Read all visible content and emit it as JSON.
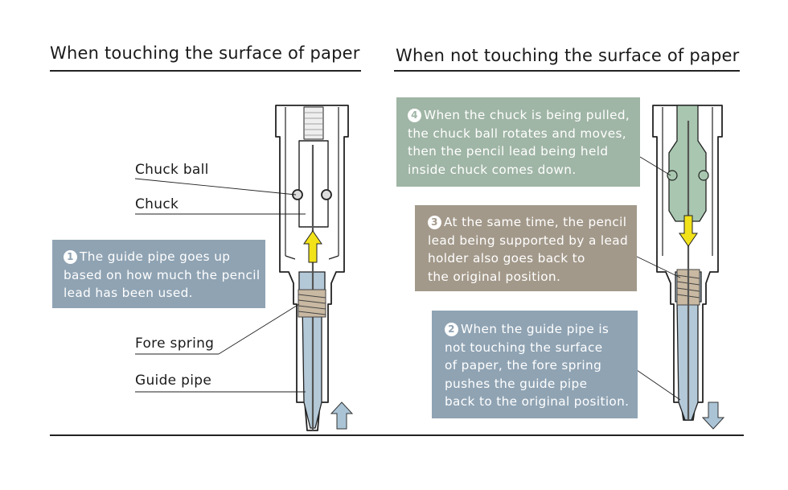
{
  "headings": {
    "left": "When touching the surface of paper",
    "right": "When not touching the surface of paper"
  },
  "left_labels": {
    "chuck_ball": "Chuck ball",
    "chuck": "Chuck",
    "fore_spring": "Fore spring",
    "guide_pipe": "Guide pipe"
  },
  "callouts": [
    {
      "number": "1",
      "lines": [
        "The guide pipe goes up",
        "based on how much the pencil",
        "lead has been used."
      ],
      "color": "#8fa3b3"
    },
    {
      "number": "2",
      "lines": [
        "When the guide pipe is",
        "not touching the surface",
        "of paper, the fore spring",
        "pushes the guide pipe",
        "back to the original position."
      ],
      "color": "#8fa3b3"
    },
    {
      "number": "3",
      "lines": [
        "At the same time, the pencil",
        "lead being supported by a lead",
        "holder also goes back to",
        "the original position."
      ],
      "color": "#a3998a"
    },
    {
      "number": "4",
      "lines": [
        "When the chuck is being pulled,",
        "the chuck ball rotates and moves,",
        "then the pencil lead being held",
        "inside chuck comes down."
      ],
      "color": "#9fb5a5"
    }
  ],
  "colors": {
    "arrow_yellow": "#f2e21a",
    "arrow_blue": "#aac4d6",
    "guide_pipe_blue": "#b4c9d8",
    "chuck_green": "#a9c7b0",
    "lead_holder_tan": "#c9b9a2"
  },
  "icons": [
    "up-arrow-icon",
    "down-arrow-icon"
  ]
}
